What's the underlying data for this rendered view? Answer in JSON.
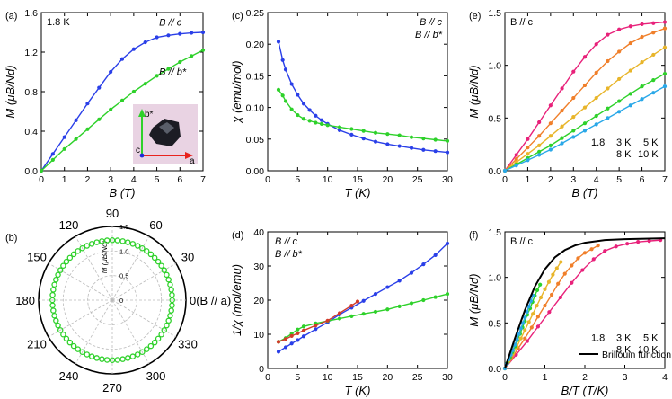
{
  "chart_data": [
    {
      "panel": "(a)",
      "type": "scatter",
      "annotation": "1.8 K",
      "xlabel": "B (T)",
      "ylabel": "M (μB/Nd)",
      "xlim": [
        0,
        7
      ],
      "ylim": [
        0,
        1.6
      ],
      "xticks": [
        0,
        1,
        2,
        3,
        4,
        5,
        6,
        7
      ],
      "yticks": [
        0,
        0.4,
        0.8,
        1.2,
        1.6
      ],
      "series": [
        {
          "name": "B // c",
          "color": "#2a3fe8",
          "x": [
            0,
            0.5,
            1,
            1.5,
            2,
            2.5,
            3,
            3.5,
            4,
            4.5,
            5,
            5.5,
            6,
            6.5,
            7
          ],
          "y": [
            0,
            0.17,
            0.34,
            0.51,
            0.68,
            0.84,
            1.0,
            1.13,
            1.23,
            1.3,
            1.35,
            1.37,
            1.385,
            1.395,
            1.4
          ]
        },
        {
          "name": "B // b*",
          "color": "#2ed12a",
          "x": [
            0,
            0.5,
            1,
            1.5,
            2,
            2.5,
            3,
            3.5,
            4,
            4.5,
            5,
            5.5,
            6,
            6.5,
            7
          ],
          "y": [
            0,
            0.11,
            0.22,
            0.32,
            0.42,
            0.52,
            0.62,
            0.71,
            0.8,
            0.88,
            0.96,
            1.03,
            1.1,
            1.16,
            1.22
          ]
        }
      ],
      "inset_labels": {
        "up": "b*",
        "left": "c",
        "right": "a"
      }
    },
    {
      "panel": "(b)",
      "type": "scatter",
      "polar": true,
      "radial_label": "M (μB/Nd)",
      "rlim": [
        0,
        1.5
      ],
      "radial_ticks": [
        "0",
        "0.5",
        "1.0",
        "1.5"
      ],
      "angle_ticks": [
        "90",
        "60",
        "30",
        "0(B // a)",
        "330",
        "300",
        "270",
        "240",
        "210",
        "180",
        "150",
        "120"
      ],
      "series": [
        {
          "color": "#2ed12a",
          "r": 1.22,
          "angle_step": 5
        }
      ]
    },
    {
      "panel": "(c)",
      "type": "line",
      "xlabel": "T (K)",
      "ylabel": "χ (emu/mol)",
      "xlim": [
        0,
        30
      ],
      "ylim": [
        0,
        0.25
      ],
      "xticks": [
        0,
        5,
        10,
        15,
        20,
        25,
        30
      ],
      "yticks": [
        0,
        0.05,
        0.1,
        0.15,
        0.2,
        0.25
      ],
      "series": [
        {
          "name": "B // c",
          "color": "#2a3fe8",
          "x": [
            1.8,
            2.5,
            3,
            4,
            5,
            6,
            7,
            8,
            9,
            10,
            12,
            14,
            16,
            18,
            20,
            22,
            24,
            26,
            28,
            30
          ],
          "y": [
            0.204,
            0.175,
            0.16,
            0.137,
            0.12,
            0.106,
            0.096,
            0.087,
            0.08,
            0.074,
            0.064,
            0.057,
            0.051,
            0.046,
            0.042,
            0.039,
            0.036,
            0.033,
            0.031,
            0.029
          ]
        },
        {
          "name": "B // b*",
          "color": "#2ed12a",
          "x": [
            1.8,
            2.5,
            3,
            4,
            5,
            6,
            7,
            8,
            9,
            10,
            12,
            14,
            16,
            18,
            20,
            22,
            24,
            26,
            28,
            30
          ],
          "y": [
            0.128,
            0.119,
            0.11,
            0.097,
            0.088,
            0.082,
            0.079,
            0.076,
            0.074,
            0.072,
            0.069,
            0.066,
            0.063,
            0.06,
            0.058,
            0.056,
            0.053,
            0.051,
            0.049,
            0.047
          ]
        }
      ]
    },
    {
      "panel": "(d)",
      "type": "line",
      "xlabel": "T (K)",
      "ylabel": "1/χ (mol/emu)",
      "xlim": [
        0,
        30
      ],
      "ylim": [
        0,
        40
      ],
      "xticks": [
        0,
        5,
        10,
        15,
        20,
        25,
        30
      ],
      "yticks": [
        0,
        10,
        20,
        30,
        40
      ],
      "series": [
        {
          "name": "B // c",
          "color": "#2a3fe8",
          "x": [
            1.8,
            3,
            4,
            5,
            6,
            8,
            10,
            12,
            14,
            16,
            18,
            20,
            22,
            24,
            26,
            28,
            30
          ],
          "y": [
            4.9,
            6.2,
            7.3,
            8.3,
            9.4,
            11.5,
            13.5,
            15.8,
            17.8,
            19.8,
            21.8,
            23.8,
            25.7,
            28.0,
            30.5,
            33.2,
            36.6
          ]
        },
        {
          "name": "B // b*",
          "color": "#2ed12a",
          "x": [
            1.8,
            3,
            4,
            5,
            6,
            8,
            10,
            12,
            14,
            16,
            18,
            20,
            22,
            24,
            26,
            28,
            30
          ],
          "y": [
            7.8,
            8.9,
            10.2,
            11.4,
            12.3,
            13.2,
            13.9,
            14.6,
            15.3,
            16.0,
            16.6,
            17.3,
            18.2,
            19.1,
            20.0,
            20.9,
            21.8
          ]
        },
        {
          "name": "",
          "color": "#d23b2a",
          "x": [
            1.8,
            3,
            4,
            5,
            6,
            8,
            10,
            12,
            14,
            15
          ],
          "y": [
            7.8,
            8.6,
            9.5,
            10.3,
            11.1,
            12.6,
            14.0,
            16.2,
            18.4,
            19.6
          ]
        }
      ]
    },
    {
      "panel": "(e)",
      "type": "scatter",
      "annotation": "B // c",
      "xlabel": "B (T)",
      "ylabel": "M (μB/Nd)",
      "xlim": [
        0,
        7
      ],
      "ylim": [
        0,
        1.5
      ],
      "xticks": [
        0,
        1,
        2,
        3,
        4,
        5,
        6,
        7
      ],
      "yticks": [
        0,
        0.5,
        1.0,
        1.5
      ],
      "series": [
        {
          "name": "1.8",
          "color": "#e8217a",
          "x": [
            0,
            0.5,
            1,
            1.5,
            2,
            2.5,
            3,
            3.5,
            4,
            4.5,
            5,
            5.5,
            6,
            6.5,
            7
          ],
          "y": [
            0,
            0.15,
            0.3,
            0.46,
            0.62,
            0.78,
            0.94,
            1.08,
            1.2,
            1.29,
            1.34,
            1.37,
            1.39,
            1.4,
            1.41
          ]
        },
        {
          "name": "3 K",
          "color": "#f07f2a",
          "x": [
            0,
            0.5,
            1,
            1.5,
            2,
            2.5,
            3,
            3.5,
            4,
            4.5,
            5,
            5.5,
            6,
            6.5,
            7
          ],
          "y": [
            0,
            0.11,
            0.22,
            0.33,
            0.45,
            0.57,
            0.69,
            0.81,
            0.93,
            1.04,
            1.13,
            1.21,
            1.27,
            1.31,
            1.35
          ]
        },
        {
          "name": "5 K",
          "color": "#e8b52a",
          "x": [
            0,
            0.5,
            1,
            1.5,
            2,
            2.5,
            3,
            3.5,
            4,
            4.5,
            5,
            5.5,
            6,
            6.5,
            7
          ],
          "y": [
            0,
            0.08,
            0.16,
            0.24,
            0.33,
            0.42,
            0.51,
            0.6,
            0.69,
            0.78,
            0.87,
            0.95,
            1.03,
            1.1,
            1.17
          ]
        },
        {
          "name": "8 K",
          "color": "#2ed12a",
          "x": [
            0,
            0.5,
            1,
            1.5,
            2,
            2.5,
            3,
            3.5,
            4,
            4.5,
            5,
            5.5,
            6,
            6.5,
            7
          ],
          "y": [
            0,
            0.06,
            0.12,
            0.18,
            0.24,
            0.31,
            0.38,
            0.45,
            0.52,
            0.59,
            0.66,
            0.73,
            0.8,
            0.86,
            0.92
          ]
        },
        {
          "name": "10 K",
          "color": "#2aa8e8",
          "x": [
            0,
            0.5,
            1,
            1.5,
            2,
            2.5,
            3,
            3.5,
            4,
            4.5,
            5,
            5.5,
            6,
            6.5,
            7
          ],
          "y": [
            0,
            0.05,
            0.1,
            0.15,
            0.2,
            0.26,
            0.32,
            0.38,
            0.44,
            0.5,
            0.56,
            0.62,
            0.68,
            0.74,
            0.8
          ]
        }
      ]
    },
    {
      "panel": "(f)",
      "type": "scatter",
      "annotation": "B // c",
      "xlabel": "B/T (T/K)",
      "ylabel": "M (μB/Nd)",
      "xlim": [
        0,
        4
      ],
      "ylim": [
        0,
        1.5
      ],
      "xticks": [
        0,
        1,
        2,
        3,
        4
      ],
      "yticks": [
        0,
        0.5,
        1.0,
        1.5
      ],
      "series": [
        {
          "name": "1.8",
          "color": "#e8217a",
          "x": [
            0,
            0.28,
            0.56,
            0.83,
            1.11,
            1.39,
            1.67,
            1.94,
            2.22,
            2.5,
            2.78,
            3.06,
            3.33,
            3.61,
            3.89
          ],
          "y": [
            0,
            0.15,
            0.3,
            0.46,
            0.62,
            0.78,
            0.94,
            1.08,
            1.2,
            1.29,
            1.34,
            1.37,
            1.39,
            1.4,
            1.41
          ]
        },
        {
          "name": "3 K",
          "color": "#f07f2a",
          "x": [
            0,
            0.17,
            0.33,
            0.5,
            0.67,
            0.83,
            1.0,
            1.17,
            1.33,
            1.5,
            1.67,
            1.83,
            2.0,
            2.17,
            2.33
          ],
          "y": [
            0,
            0.11,
            0.22,
            0.33,
            0.45,
            0.57,
            0.69,
            0.81,
            0.93,
            1.04,
            1.13,
            1.21,
            1.27,
            1.31,
            1.35
          ]
        },
        {
          "name": "5 K",
          "color": "#e8b52a",
          "x": [
            0,
            0.1,
            0.2,
            0.3,
            0.4,
            0.5,
            0.6,
            0.7,
            0.8,
            0.9,
            1.0,
            1.1,
            1.2,
            1.3,
            1.4
          ],
          "y": [
            0,
            0.08,
            0.16,
            0.24,
            0.33,
            0.42,
            0.51,
            0.6,
            0.69,
            0.78,
            0.87,
            0.95,
            1.03,
            1.1,
            1.17
          ]
        },
        {
          "name": "8 K",
          "color": "#2ed12a",
          "x": [
            0,
            0.06,
            0.13,
            0.19,
            0.25,
            0.31,
            0.38,
            0.44,
            0.5,
            0.56,
            0.63,
            0.69,
            0.75,
            0.81,
            0.88
          ],
          "y": [
            0,
            0.06,
            0.12,
            0.18,
            0.24,
            0.31,
            0.38,
            0.45,
            0.52,
            0.59,
            0.66,
            0.73,
            0.8,
            0.86,
            0.92
          ]
        },
        {
          "name": "10 K",
          "color": "#2aa8e8",
          "x": [
            0,
            0.05,
            0.1,
            0.15,
            0.2,
            0.25,
            0.3,
            0.35,
            0.4,
            0.45,
            0.5,
            0.55,
            0.6,
            0.65,
            0.7
          ],
          "y": [
            0,
            0.05,
            0.1,
            0.15,
            0.2,
            0.26,
            0.32,
            0.38,
            0.44,
            0.5,
            0.56,
            0.62,
            0.68,
            0.74,
            0.8
          ]
        },
        {
          "name": "Brillouin function",
          "color": "#000000",
          "style": "line",
          "x": [
            0,
            0.25,
            0.5,
            0.75,
            1.0,
            1.25,
            1.5,
            1.75,
            2.0,
            2.5,
            3.0,
            3.5,
            4.0
          ],
          "y": [
            0,
            0.33,
            0.64,
            0.9,
            1.09,
            1.22,
            1.3,
            1.35,
            1.38,
            1.41,
            1.42,
            1.425,
            1.43
          ]
        }
      ]
    }
  ]
}
